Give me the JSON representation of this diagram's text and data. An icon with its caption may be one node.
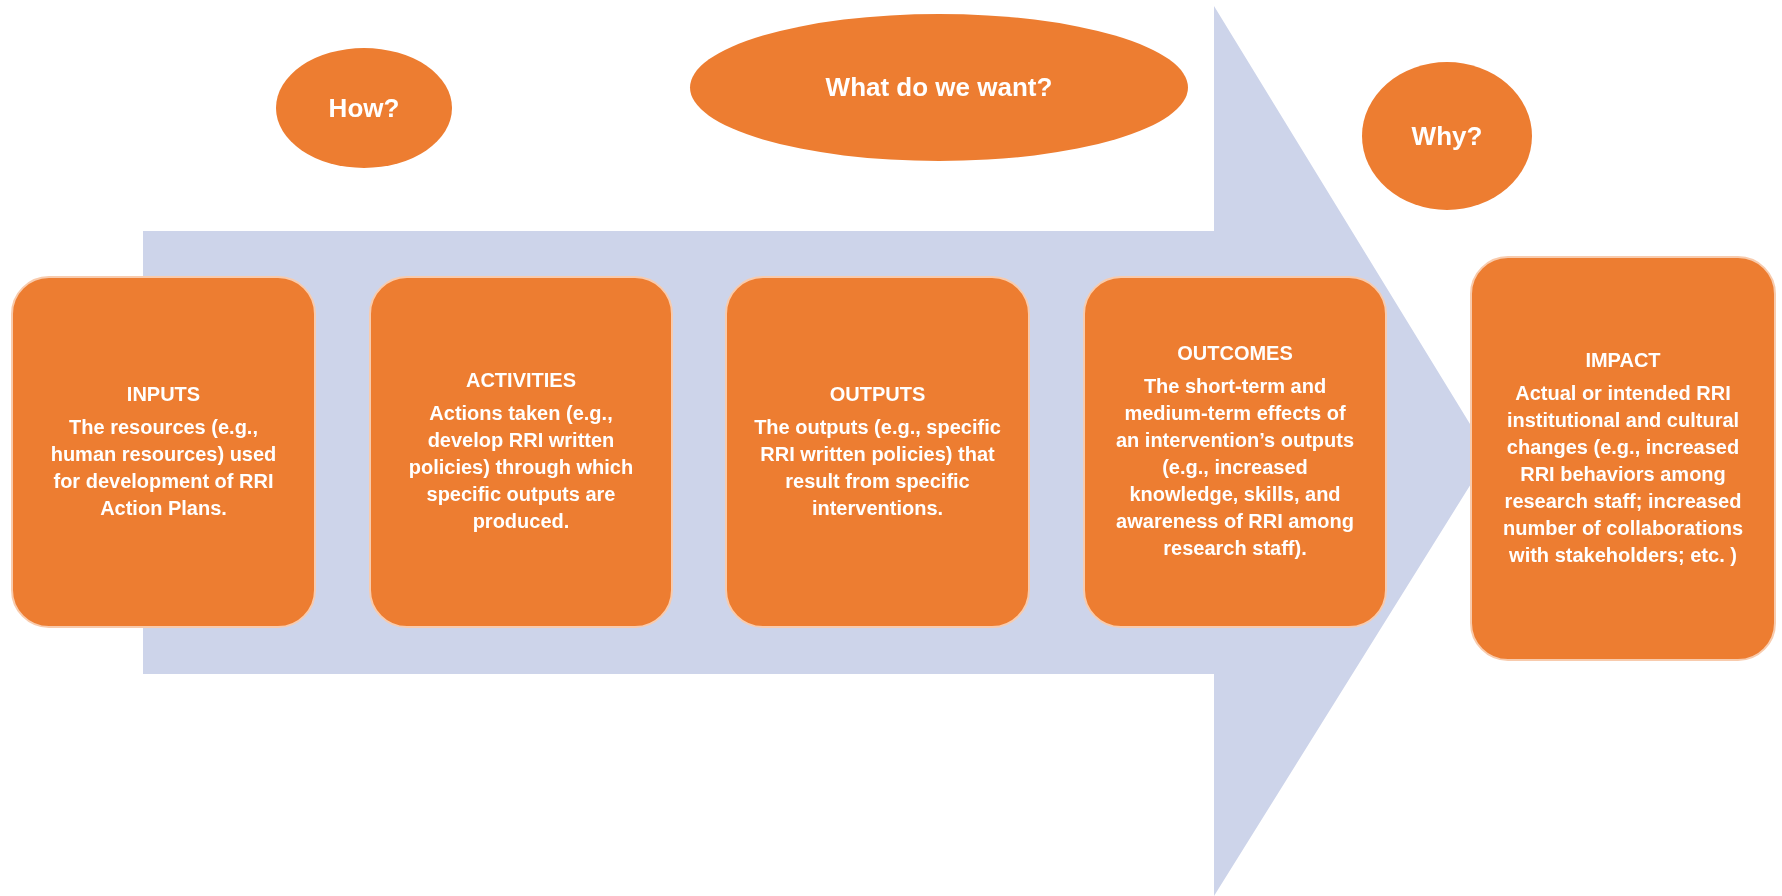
{
  "diagram": {
    "nodes": [
      {
        "text": [
          "How?"
        ]
      },
      {
        "text": [
          "What do we want?"
        ]
      },
      {
        "text": [
          "Why?"
        ]
      },
      {
        "text": [
          "INPUTS",
          "The resources (e.g., human resources) used for development of RRI Action Plans."
        ]
      },
      {
        "text": [
          "ACTIVITIES",
          "Actions taken (e.g., develop RRI written policies) through which specific outputs are produced."
        ]
      },
      {
        "text": [
          "OUTPUTS",
          "The outputs (e.g., specific RRI written policies) that result from specific interventions."
        ]
      },
      {
        "text": [
          "OUTCOMES",
          "The short-term and medium-term effects of an intervention’s outputs (e.g., increased knowledge, skills, and awareness of RRI among research staff)."
        ]
      },
      {
        "text": [
          "IMPACT",
          "Actual or intended RRI institutional and cultural changes (e.g., increased RRI behaviors among research staff; increased number of collaborations with stakeholders; etc. )"
        ]
      }
    ],
    "edges": [
      {
        "from": 3,
        "to": 7,
        "arrow": "to"
      }
    ]
  }
}
